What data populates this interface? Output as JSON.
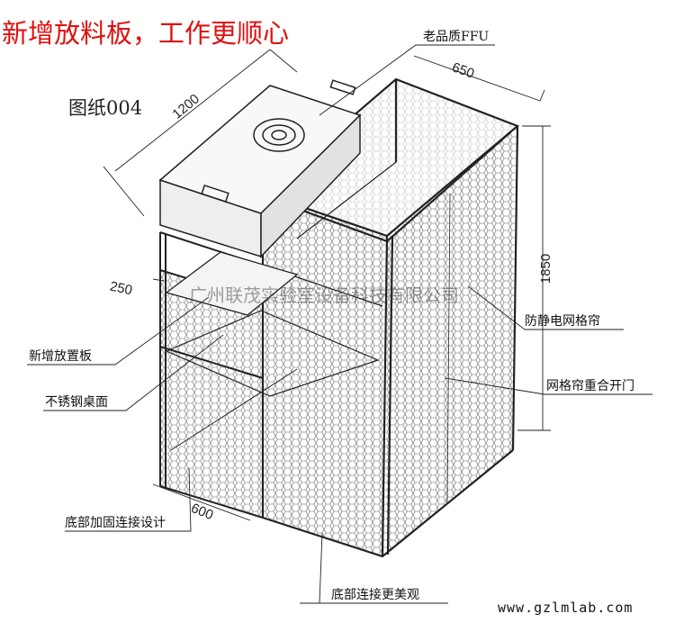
{
  "title": "新增放料板，工作更顺心",
  "drawing_number": "图纸004",
  "dimensions": {
    "width_ffu": "1200",
    "depth": "650",
    "height": "1850",
    "shelf": "250",
    "table": "600"
  },
  "callouts": {
    "ffu": "老品质FFU",
    "shelf": "新增放置板",
    "desk": "不锈钢桌面",
    "curtain": "防静电网格帘",
    "door": "网格帘重合开门",
    "bottom_reinforce": "底部加固连接设计",
    "bottom_connect": "底部连接更美观"
  },
  "watermark": "广州联茂实验室设备科技有限公司",
  "website": "www.gzlmlab.com",
  "colors": {
    "title": "#e01010",
    "line": "#222222"
  }
}
